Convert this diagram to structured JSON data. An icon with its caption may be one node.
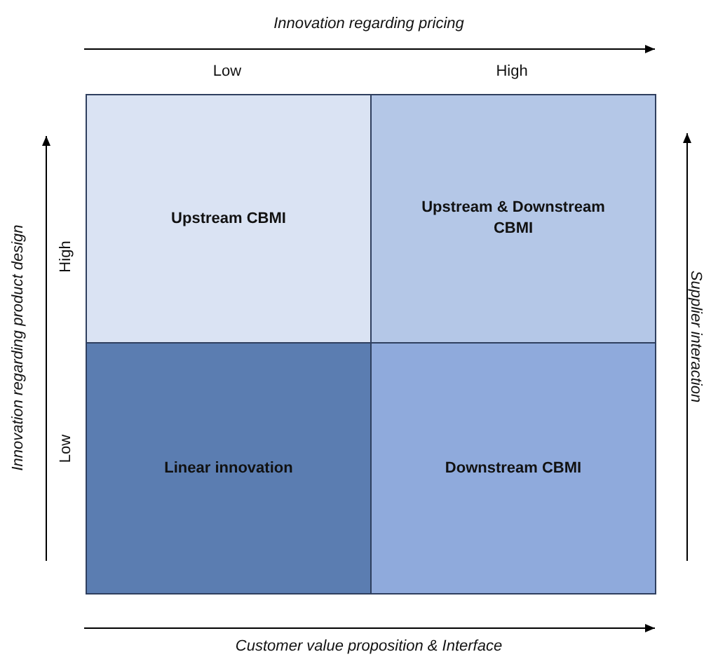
{
  "diagram": {
    "nodes": [
      {
        "text": [
          "Upstream CBMI"
        ]
      },
      {
        "text": [
          "Upstream & Downstream CBMI"
        ]
      },
      {
        "text": [
          "Linear innovation"
        ]
      },
      {
        "text": [
          "Downstream CBMI"
        ]
      }
    ],
    "labels": [
      "Innovation regarding pricing",
      "Low",
      "High",
      "Innovation regarding product design",
      "High",
      "Low",
      "Supplier interaction",
      "Customer value proposition & Interface"
    ]
  }
}
